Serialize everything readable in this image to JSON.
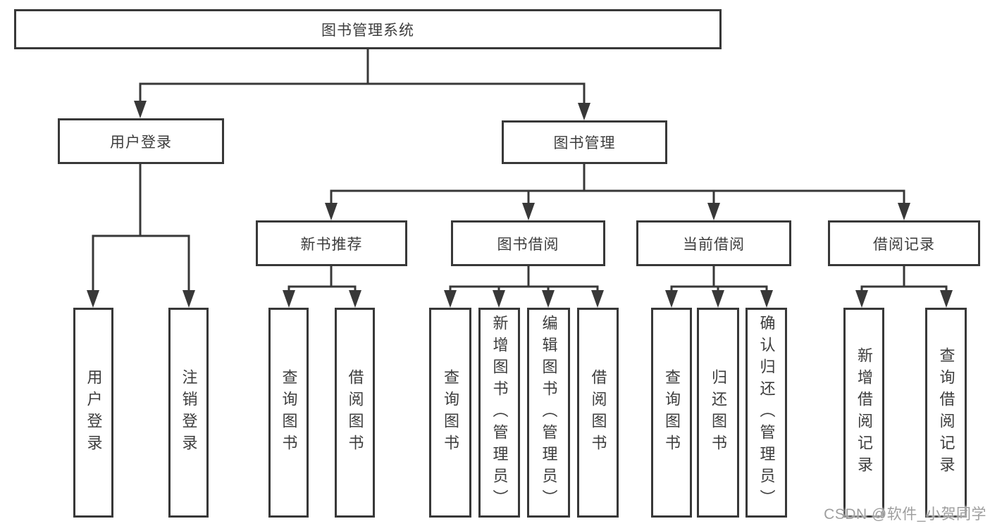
{
  "diagram": {
    "nodes": {
      "root": "图书管理系统",
      "user_login": "用户登录",
      "book_management": "图书管理",
      "new_book_recommend": "新书推荐",
      "book_borrowing": "图书借阅",
      "current_borrowing": "当前借阅",
      "borrowing_records": "借阅记录",
      "leaves": {
        "user_login": [
          "用户登录",
          "注销登录"
        ],
        "new_book_recommend": [
          "查询图书",
          "借阅图书"
        ],
        "book_borrowing": [
          "查询图书",
          "新增图书（管理员）",
          "编辑图书（管理员）",
          "借阅图书"
        ],
        "current_borrowing": [
          "查询图书",
          "归还图书",
          "确认归还（管理员）"
        ],
        "borrowing_records": [
          "新增借阅记录",
          "查询借阅记录"
        ]
      }
    }
  },
  "watermark": "CSDN @软件_小贺同学",
  "colors": {
    "line": "#383838",
    "box_border": "#383838",
    "text": "#3d3d3d",
    "watermark": "#9e9e9e",
    "background": "#ffffff"
  }
}
